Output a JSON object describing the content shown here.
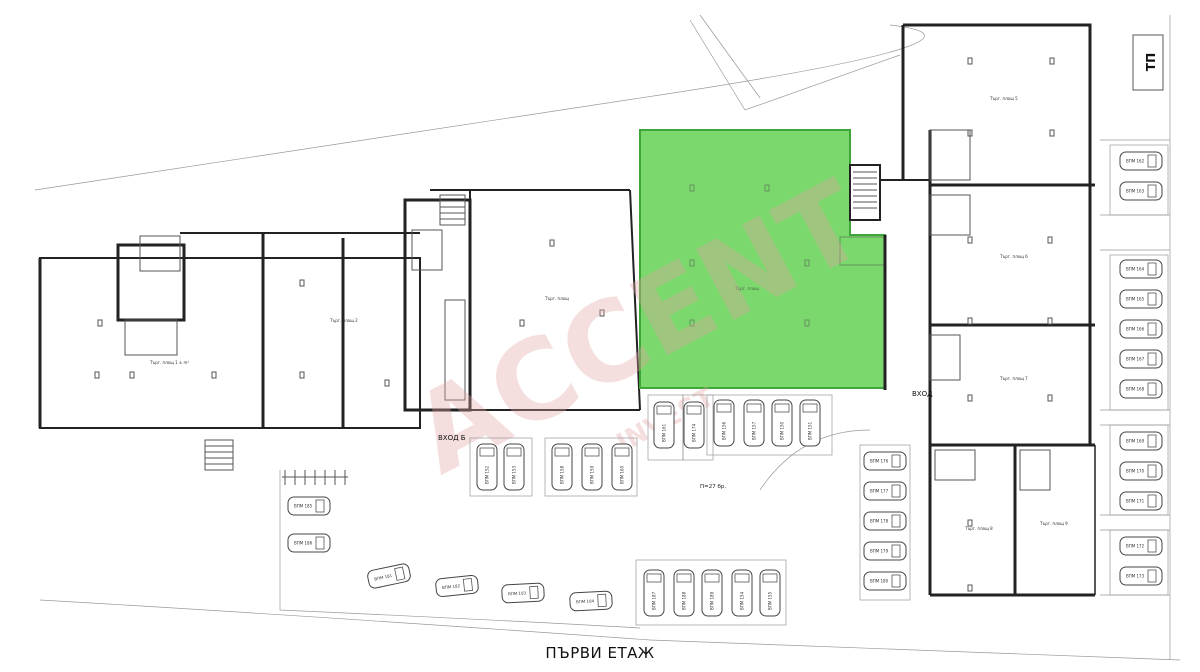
{
  "floor_title": "ПЪРВИ ЕТАЖ",
  "tp_label": "ТП",
  "entrances": {
    "b": "ВХОД Б",
    "v": "ВХОД"
  },
  "parking_count": "П=27 бр.",
  "watermark": {
    "brand": "ACCENT",
    "sub": "INVEST"
  },
  "colors": {
    "highlight": "#7bd86d",
    "highlight_border": "#3fa63a",
    "walls": "#222222",
    "watermark": "#e4a3a3"
  },
  "parking_spots": [
    "ВПМ 162",
    "ВПМ 163",
    "ВПМ 164",
    "ВПМ 165",
    "ВПМ 166",
    "ВПМ 167",
    "ВПМ 168",
    "ВПМ 169",
    "ВПМ 170",
    "ВПМ 171",
    "ВПМ 172",
    "ВПМ 173",
    "ВПМ 176",
    "ВПМ 177",
    "ВПМ 178",
    "ВПМ 179",
    "ВПМ 180",
    "ВПМ 181",
    "ВПМ 182",
    "ВПМ 183",
    "ВПМ 184",
    "ВПМ 185",
    "ВПМ 186",
    "ВПМ 187",
    "ВПМ 188",
    "ВПМ 189",
    "ВПМ 154",
    "ВПМ 155",
    "ВПМ 156",
    "ВПМ 157",
    "ВПМ 150",
    "ВПМ 151",
    "ВПМ 152",
    "ВПМ 153",
    "ВПМ 158",
    "ВПМ 159",
    "ВПМ 160",
    "ВПМ 161",
    "ВПМ 174",
    "ВПМ 175"
  ]
}
